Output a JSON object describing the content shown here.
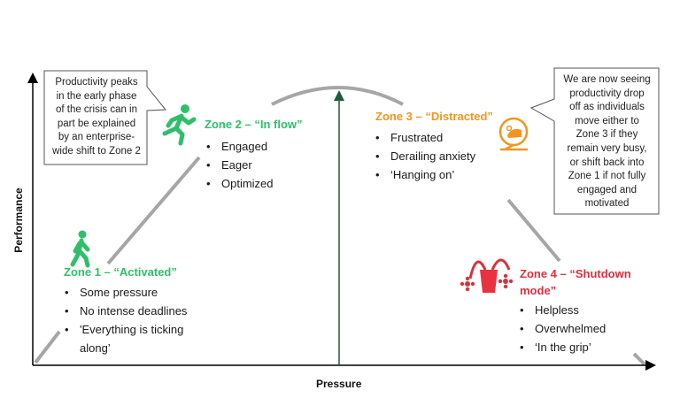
{
  "diagram": {
    "type": "performance-pressure-curve",
    "axes": {
      "x_label": "Pressure",
      "y_label": "Performance"
    },
    "colors": {
      "zone1": "#2fbf6a",
      "zone2": "#2fbf6a",
      "zone3": "#f0961e",
      "zone4": "#d9323f",
      "curve": "#a6a6a6",
      "peak_line": "#1f5a3c",
      "axis": "#000000"
    },
    "zones": [
      {
        "id": "zone1",
        "title": "Zone 1 – “Activated”",
        "icon": "walking-person-icon",
        "bullets": [
          "Some pressure",
          "No intense deadlines",
          "'Everything is ticking along’"
        ]
      },
      {
        "id": "zone2",
        "title": "Zone 2 – “In flow”",
        "icon": "running-person-icon",
        "bullets": [
          "Engaged",
          "Eager",
          "Optimized"
        ]
      },
      {
        "id": "zone3",
        "title": "Zone 3 – “Distracted”",
        "icon": "hamster-wheel-icon",
        "bullets": [
          "Frustrated",
          "Derailing anxiety",
          "‘Hanging on’"
        ]
      },
      {
        "id": "zone4",
        "title_line1": "Zone 4 – “Shutdown",
        "title_line2": "mode”",
        "icon": "wilted-flowerpot-icon",
        "bullets": [
          "Helpless",
          "Overwhelmed",
          "‘In the grip’"
        ]
      }
    ],
    "callouts": {
      "left": [
        "Productivity peaks",
        "in the early phase",
        "of the crisis can in",
        "part be explained",
        "by an enterprise-",
        "wide shift to Zone 2"
      ],
      "right": [
        "We are now seeing",
        "productivity drop",
        "off as individuals",
        "move either to",
        "Zone 3 if they",
        "remain very busy,",
        "or shift back into",
        "Zone 1 if not fully",
        "engaged and",
        "motivated"
      ]
    }
  }
}
